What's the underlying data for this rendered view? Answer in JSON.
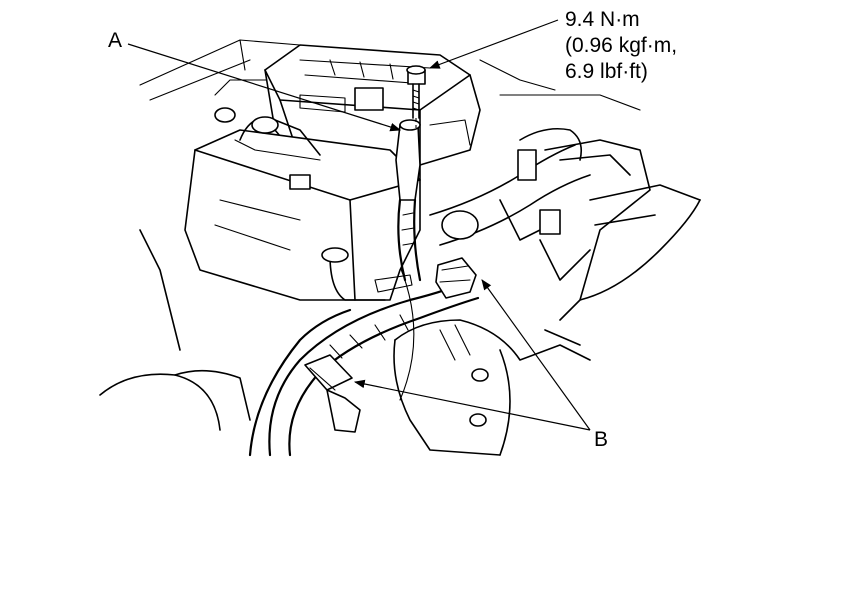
{
  "labels": {
    "a": "A",
    "b": "B",
    "torque_line1": "9.4 N·m",
    "torque_line2": "(0.96 kgf·m,",
    "torque_line3": "6.9 lbf·ft)"
  },
  "icons": {
    "bolt": "bolt-icon",
    "arrowhead": "arrowhead-icon"
  },
  "colors": {
    "ink": "#000000",
    "paper": "#ffffff"
  }
}
